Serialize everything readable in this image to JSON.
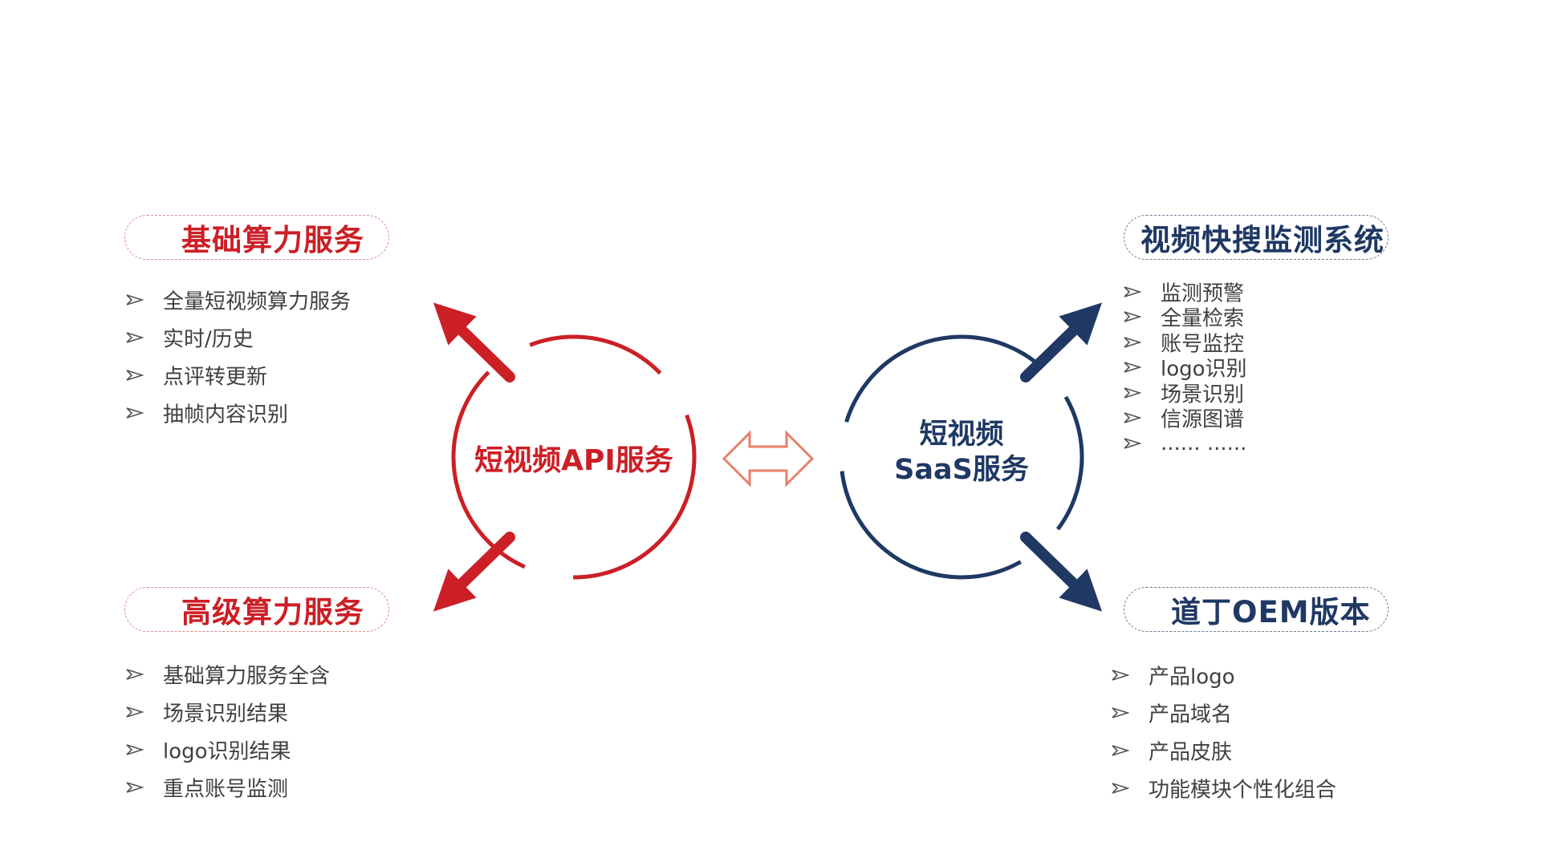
{
  "left": {
    "top": {
      "title": "基础算力服务",
      "items": [
        "全量短视频算力服务",
        "实时/历史",
        "点评转更新",
        "抽帧内容识别"
      ]
    },
    "bottom": {
      "title": "高级算力服务",
      "items": [
        "基础算力服务全含",
        "场景识别结果",
        "logo识别结果",
        "重点账号监测"
      ]
    },
    "hub": {
      "label": "短视频API服务"
    }
  },
  "right": {
    "top": {
      "title": "视频快搜监测系统",
      "items": [
        "监测预警",
        "全量检索",
        "账号监控",
        "logo识别",
        "场景识别",
        "信源图谱",
        "...... ......"
      ]
    },
    "bottom": {
      "title": "道丁OEM版本",
      "items": [
        "产品logo",
        "产品域名",
        "产品皮肤",
        "功能模块个性化组合"
      ]
    },
    "hub": {
      "line1": "短视频",
      "line2": "SaaS服务"
    }
  },
  "colors": {
    "red": "#cc1f26",
    "navy": "#1f3864",
    "connector": "#e8806a",
    "text": "#404040"
  },
  "icons": {
    "bullet": "chevron-arrow-icon",
    "connector": "double-arrow-icon",
    "spoke": "diagonal-arrow-icon"
  }
}
